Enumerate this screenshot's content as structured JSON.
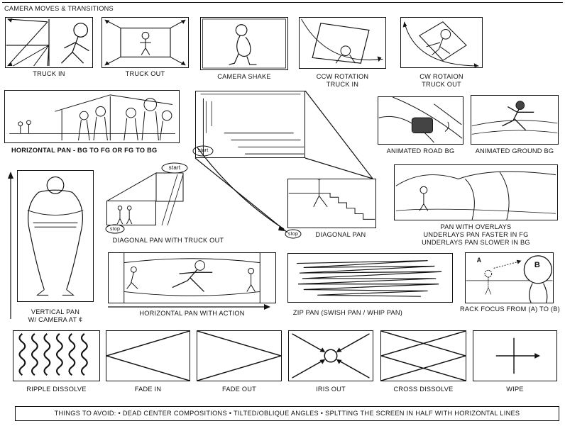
{
  "title": "CAMERA MOVES & TRANSITIONS",
  "labels": {
    "truck_in": "TRUCK IN",
    "truck_out": "TRUCK OUT",
    "camera_shake": "CAMERA SHAKE",
    "ccw_1": "CCW ROTATION",
    "ccw_2": "TRUCK IN",
    "cw_1": "CW ROTAION",
    "cw_2": "TRUCK OUT",
    "horizontal_pan": "HORIZONTAL PAN - BG TO FG OR FG TO BG",
    "animated_road": "ANIMATED ROAD BG",
    "animated_ground": "ANIMATED GROUND BG",
    "diagonal_truck": "DIAGONAL PAN WITH TRUCK OUT",
    "diagonal_pan": "DIAGONAL PAN",
    "overlays_1": "PAN WITH OVERLAYS",
    "overlays_2": "UNDERLAYS PAN FASTER IN FG",
    "overlays_3": "UNDERLAYS PAN SLOWER IN BG",
    "vertical_1": "VERTICAL PAN",
    "vertical_2": "W/ CAMERA AT ¢",
    "pan_action": "HORIZONTAL PAN WITH ACTION",
    "zip_pan": "ZIP PAN (SWISH PAN / WHIP PAN)",
    "rack_focus": "RACK FOCUS FROM (A) TO (B)",
    "ripple": "RIPPLE DISSOLVE",
    "fade_in": "FADE IN",
    "fade_out": "FADE OUT",
    "iris_out": "IRIS OUT",
    "cross_dissolve": "CROSS DISSOLVE",
    "wipe": "WIPE"
  },
  "annotations": {
    "start_1": "start",
    "stop_1": "stop",
    "start_2": "start",
    "stop_2": "stop",
    "focus_a": "A",
    "focus_b": "B"
  },
  "avoid_text": "THINGS TO AVOID:  • DEAD CENTER COMPOSITIONS  • TILTED/OBLIQUE ANGLES • SPLTTING THE SCREEN IN HALF WITH HORIZONTAL LINES"
}
